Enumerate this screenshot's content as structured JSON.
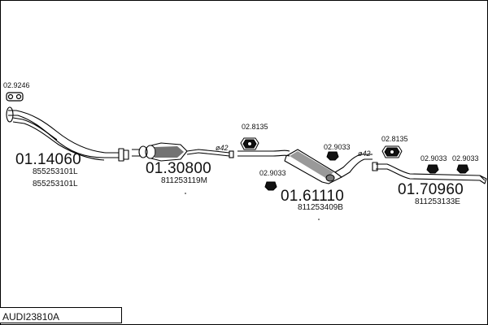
{
  "diagram_code": "AUDI23810A",
  "parts": [
    {
      "number": "01.14060",
      "oem": [
        "855253101L",
        "855253101L"
      ]
    },
    {
      "number": "01.30800",
      "oem": [
        "811253119M"
      ]
    },
    {
      "number": "01.61110",
      "oem": [
        "811253409B"
      ]
    },
    {
      "number": "01.70960",
      "oem": [
        "811253133E"
      ]
    }
  ],
  "accessories": [
    "02.9246",
    "02.8135",
    "02.9033",
    "02.9033",
    "02.8135",
    "02.9033",
    "02.9033"
  ],
  "diameters": [
    "ø42",
    "ø42"
  ]
}
